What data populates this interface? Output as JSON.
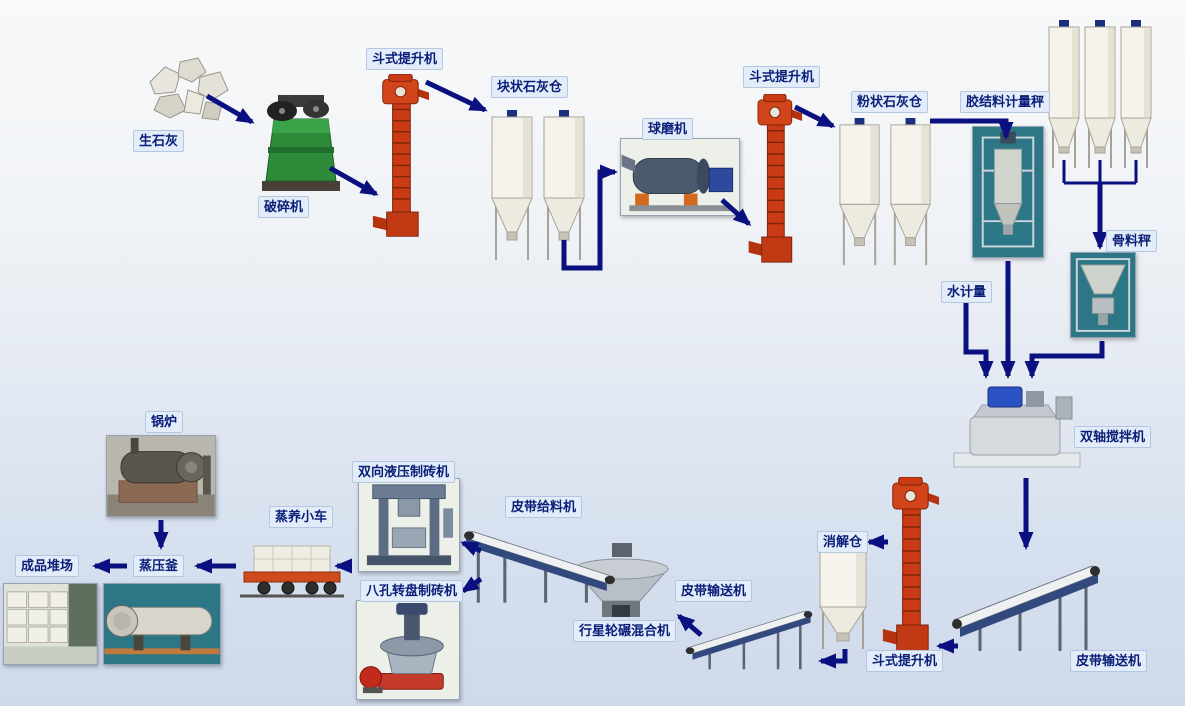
{
  "diagram": {
    "type": "process-flow",
    "labels": {
      "quicklime": "生石灰",
      "crusher": "破碎机",
      "bucket_elevator_1": "斗式提升机",
      "lump_lime_silo": "块状石灰仓",
      "ball_mill": "球磨机",
      "bucket_elevator_2": "斗式提升机",
      "powder_lime_silo": "粉状石灰仓",
      "binder_scale": "胶结料计量秤",
      "aggregate_scale": "骨料秤",
      "water_meter": "水计量",
      "double_shaft_mixer": "双轴搅拌机",
      "slaking_silo": "消解仓",
      "bucket_elevator_3": "斗式提升机",
      "belt_conveyor_right": "皮带输送机",
      "belt_conveyor_mid": "皮带输送机",
      "planetary_mixer": "行星轮碾混合机",
      "belt_feeder": "皮带给料机",
      "rotary_brick_machine": "八孔转盘制砖机",
      "hydraulic_brick_machine": "双向液压制砖机",
      "steam_cart": "蒸养小车",
      "autoclave": "蒸压釜",
      "boiler": "锅炉",
      "product_yard": "成品堆场"
    },
    "icons": [
      "quicklime-rocks-icon",
      "jaw-crusher-icon",
      "bucket-elevator-icon",
      "lump-lime-silo-icon",
      "ball-mill-icon",
      "powder-lime-silo-icon",
      "binder-scale-icon",
      "aggregate-silos-icon",
      "aggregate-scale-icon",
      "double-shaft-mixer-icon",
      "belt-conveyor-icon",
      "slaking-silo-icon",
      "planetary-mixer-icon",
      "belt-feeder-icon",
      "rotary-brick-machine-icon",
      "hydraulic-brick-machine-icon",
      "steam-cart-icon",
      "autoclave-icon",
      "boiler-icon",
      "product-yard-icon"
    ]
  },
  "colors": {
    "arrow": "#0a1080",
    "label_bg": "#e3edfa",
    "label_text": "#0a1e78",
    "elevator_red": "#c93a15",
    "silo_body": "#f6f3ec",
    "silo_cap_navy": "#1b2f7e",
    "crusher_green": "#2e8b3a",
    "photo_teal": "#2c7686"
  }
}
